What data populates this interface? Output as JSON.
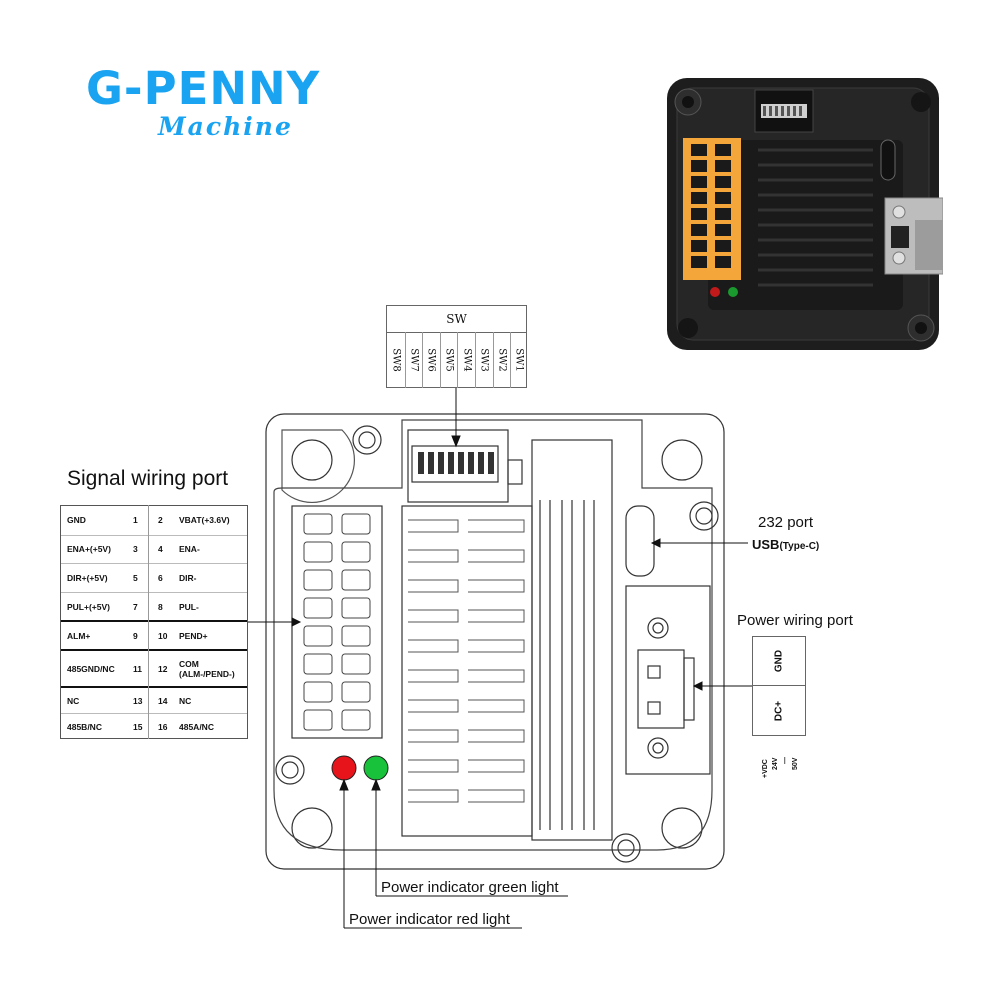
{
  "logo": {
    "main": "G-PENNY",
    "sub": "Machine"
  },
  "signal_port": {
    "title": "Signal wiring port",
    "rows": [
      {
        "l_label": "GND",
        "l_pin": "1",
        "r_pin": "2",
        "r_label": "VBAT(+3.6V)"
      },
      {
        "l_label": "ENA+(+5V)",
        "l_pin": "3",
        "r_pin": "4",
        "r_label": "ENA-"
      },
      {
        "l_label": "DIR+(+5V)",
        "l_pin": "5",
        "r_pin": "6",
        "r_label": "DIR-"
      },
      {
        "l_label": "PUL+(+5V)",
        "l_pin": "7",
        "r_pin": "8",
        "r_label": "PUL-"
      },
      {
        "l_label": "ALM+",
        "l_pin": "9",
        "r_pin": "10",
        "r_label": "PEND+"
      },
      {
        "l_label": "485GND/NC",
        "l_pin": "11",
        "r_pin": "12",
        "r_label": "COM (ALM-/PEND-)"
      },
      {
        "l_label": "NC",
        "l_pin": "13",
        "r_pin": "14",
        "r_label": "NC"
      },
      {
        "l_label": "485B/NC",
        "l_pin": "15",
        "r_pin": "16",
        "r_label": "485A/NC"
      }
    ]
  },
  "sw": {
    "title": "SW",
    "switches": [
      "SW8",
      "SW7",
      "SW6",
      "SW5",
      "SW4",
      "SW3",
      "SW2",
      "SW1"
    ]
  },
  "port232": {
    "label": "232 port",
    "usb": "USB",
    "usb_type": "(Type-C)"
  },
  "power_port": {
    "title": "Power wiring port",
    "gnd": "GND",
    "dc": "DC+",
    "voltage": [
      "+VDC",
      "24V",
      "—",
      "50V"
    ]
  },
  "indicators": {
    "green_label": "Power indicator green light",
    "red_label": "Power indicator red light",
    "green_color": "#18c23a",
    "red_color": "#e8141c"
  },
  "colors": {
    "brand": "#1aa3f0",
    "terminal_orange": "#f5a63a"
  }
}
